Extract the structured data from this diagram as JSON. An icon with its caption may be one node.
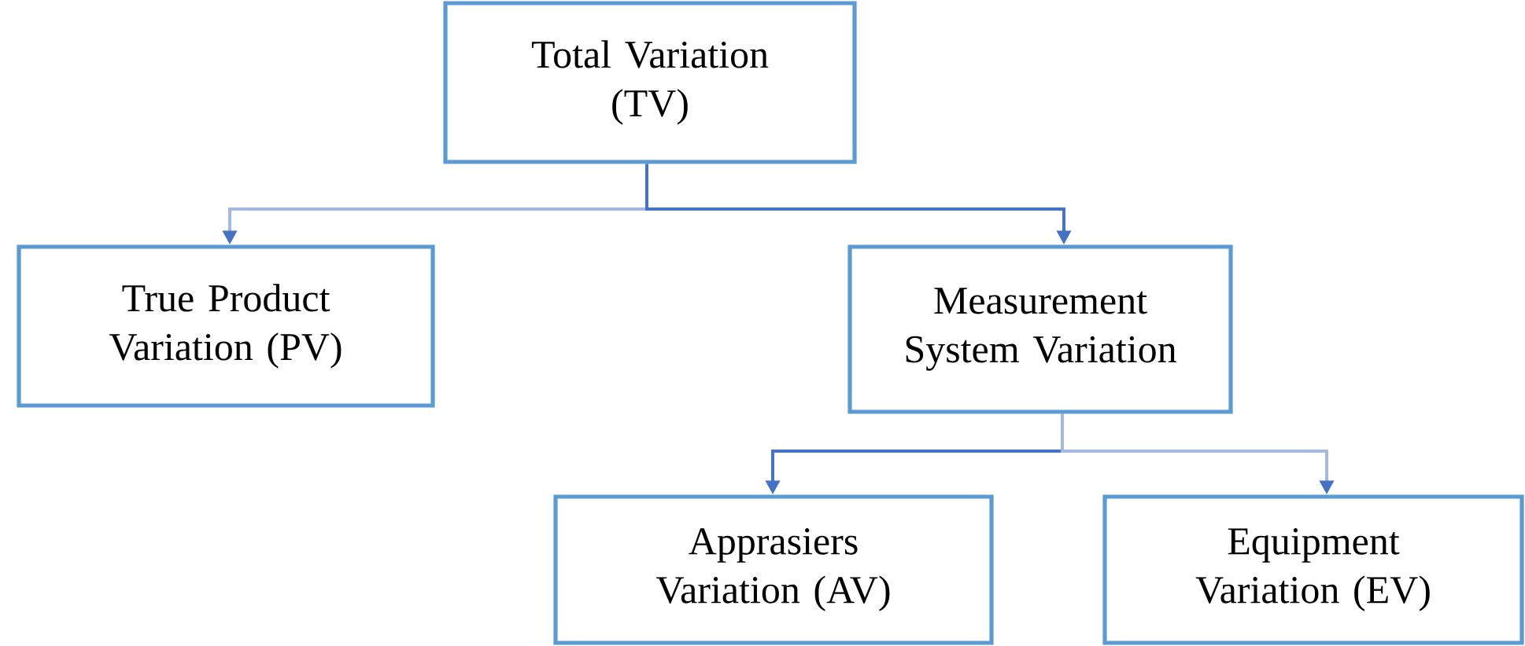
{
  "diagram": {
    "nodes": [
      {
        "text": [
          "Total Variation (TV)"
        ]
      },
      {
        "text": [
          "True Product Variation (PV)"
        ]
      },
      {
        "text": [
          "Measurement System Variation"
        ]
      },
      {
        "text": [
          "Apprasiers Variation (AV)"
        ]
      },
      {
        "text": [
          "Equipment Variation (EV)"
        ]
      }
    ],
    "edges": [
      {
        "from": 0,
        "to": 1,
        "arrow": "to",
        "color": "#a4b8e0"
      },
      {
        "from": 0,
        "to": 2,
        "arrow": "to",
        "color": "#4472c4"
      },
      {
        "from": 2,
        "to": 3,
        "arrow": "to",
        "color": "#4472c4"
      },
      {
        "from": 2,
        "to": 4,
        "arrow": "to",
        "color": "#a4b8e0"
      }
    ]
  }
}
